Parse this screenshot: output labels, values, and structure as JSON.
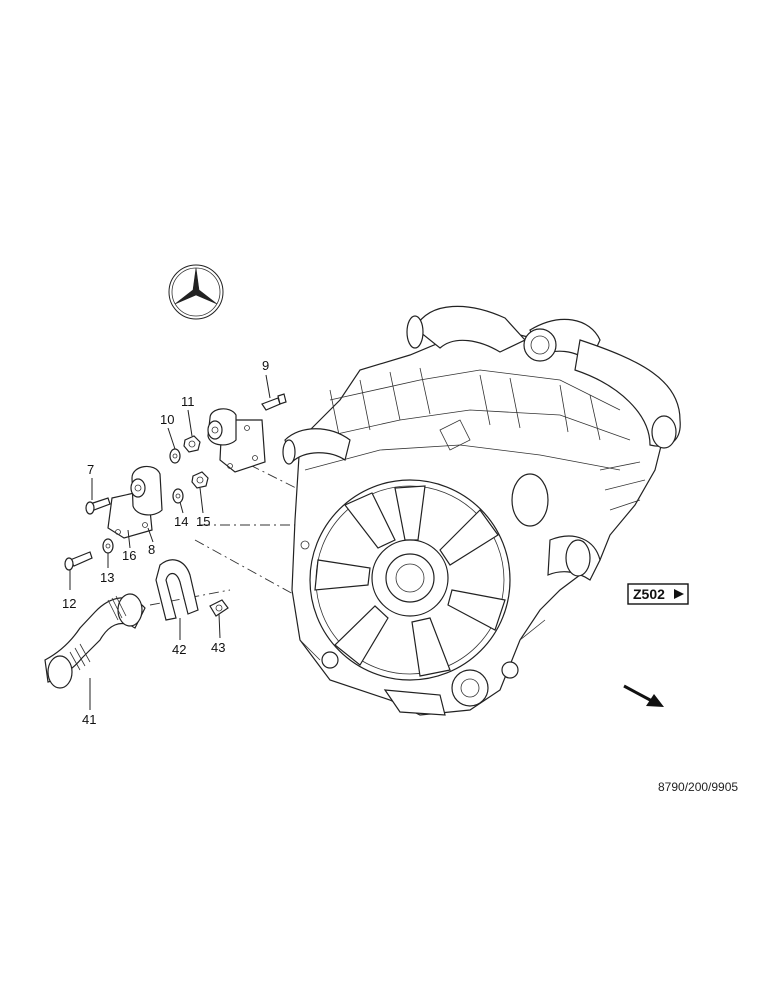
{
  "callouts": [
    {
      "id": "c9",
      "label": "9"
    },
    {
      "id": "c10",
      "label": "10"
    },
    {
      "id": "c11",
      "label": "11"
    },
    {
      "id": "c7",
      "label": "7"
    },
    {
      "id": "c16",
      "label": "16"
    },
    {
      "id": "c8",
      "label": "8"
    },
    {
      "id": "c14",
      "label": "14"
    },
    {
      "id": "c15",
      "label": "15"
    },
    {
      "id": "c13",
      "label": "13"
    },
    {
      "id": "c12",
      "label": "12"
    },
    {
      "id": "c42",
      "label": "42"
    },
    {
      "id": "c43",
      "label": "43"
    },
    {
      "id": "c41",
      "label": "41"
    }
  ],
  "reference_box": {
    "label": "Z502"
  },
  "drawing_number": "8790/200/9905",
  "icons": [
    "mercedes-star-icon",
    "direction-arrow-icon",
    "play-arrow-icon"
  ]
}
